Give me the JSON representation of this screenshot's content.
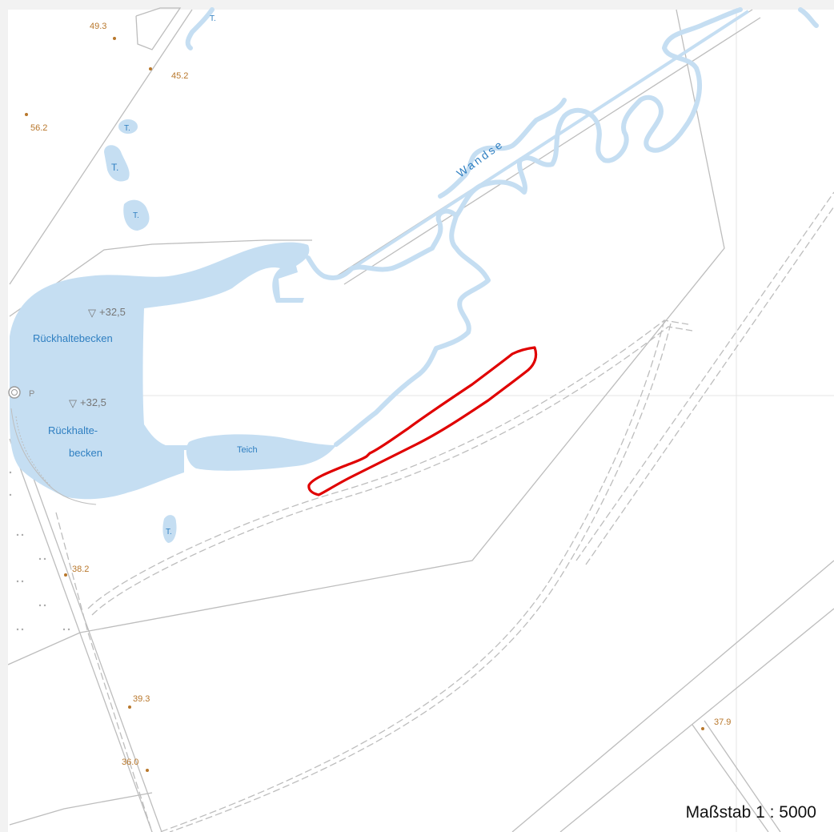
{
  "colors": {
    "water": "#c5def2",
    "water_label": "#2f7fc1",
    "boundary": "#e00000",
    "spot_height": "#b8772b",
    "lines": "#bdbdbd"
  },
  "scale": {
    "label": "Maßstab 1 : 5000"
  },
  "water_bodies": {
    "river": "Wandse",
    "basin_north": "Rückhaltebecken",
    "basin_south_line1": "Rückhalte-",
    "basin_south_line2": "becken",
    "pond": "Teich",
    "small_pond": "T."
  },
  "water_levels": {
    "north": "+32,5",
    "south": "+32,5",
    "symbol": "▽"
  },
  "spot_heights": [
    "49.3",
    "45.2",
    "56.2",
    "38.2",
    "39.3",
    "36.0",
    "37.9"
  ],
  "map_symbols": {
    "parking": "P"
  }
}
